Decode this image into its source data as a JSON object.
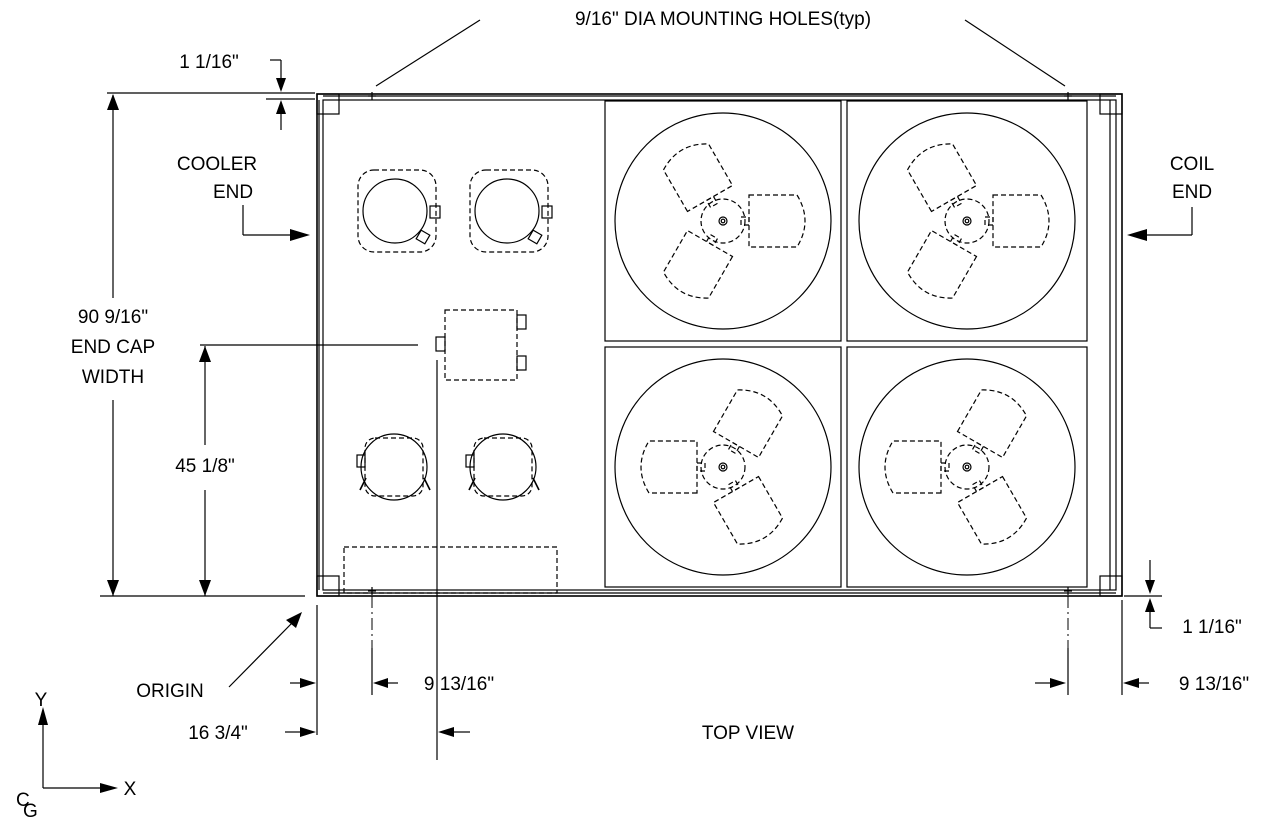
{
  "labels": {
    "mounting_holes": "9/16\" DIA MOUNTING HOLES(typ)",
    "top_offset": "1 1/16\"",
    "bottom_offset": "1 1/16\"",
    "cooler_end_line1": "COOLER",
    "cooler_end_line2": "END",
    "coil_end_line1": "COIL",
    "coil_end_line2": "END",
    "width_line1": "90 9/16\"",
    "width_line2": "END CAP",
    "width_line3": "WIDTH",
    "cg_y": "45 1/8\"",
    "origin": "ORIGIN",
    "hole_offset_left": "9 13/16\"",
    "hole_offset_right": "9 13/16\"",
    "cg_x": "16 3/4\"",
    "view_title": "TOP VIEW",
    "axis_y": "Y",
    "axis_x": "X",
    "cg_symbol": "C",
    "cg_symbol_sub": "G"
  }
}
